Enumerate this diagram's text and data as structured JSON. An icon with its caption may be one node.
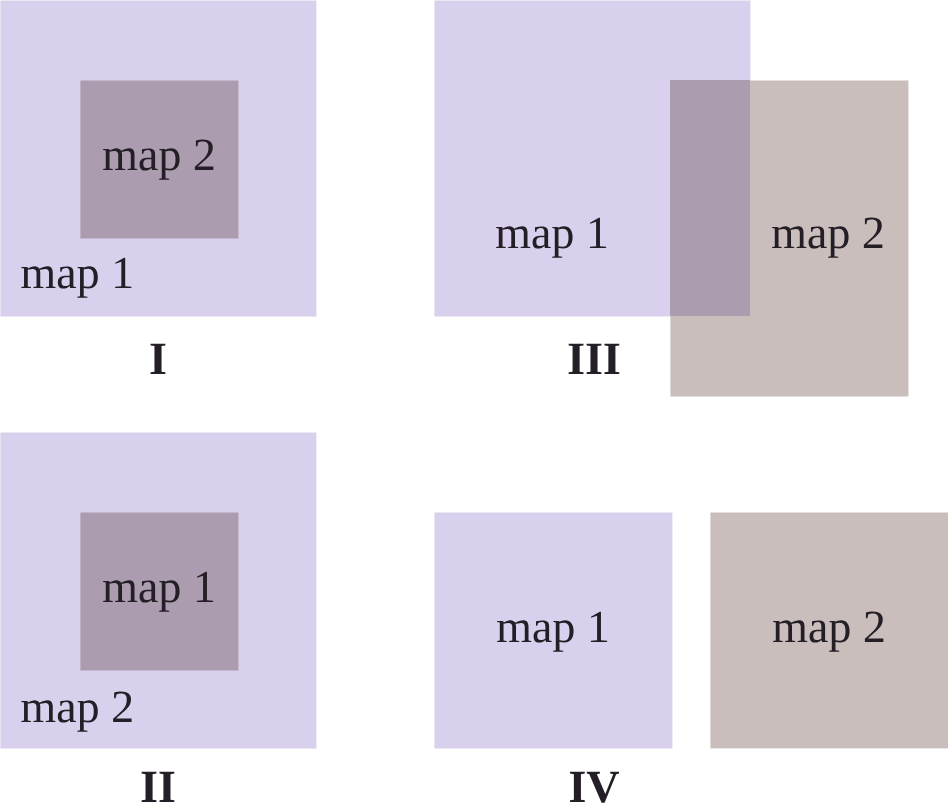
{
  "diagram": {
    "nodes": [
      {
        "text": [
          "map 1"
        ]
      },
      {
        "text": [
          "map 2"
        ],
        "in": 0
      },
      {
        "text": [
          "map 1"
        ]
      },
      {
        "text": [
          "map 2"
        ]
      },
      {
        "text": [
          "map 2"
        ]
      },
      {
        "text": [
          "map 1"
        ],
        "in": 4
      },
      {
        "text": [
          "map 1"
        ]
      },
      {
        "text": [
          "map 2"
        ]
      }
    ],
    "labels": [
      "I",
      "III",
      "II",
      "IV"
    ]
  }
}
